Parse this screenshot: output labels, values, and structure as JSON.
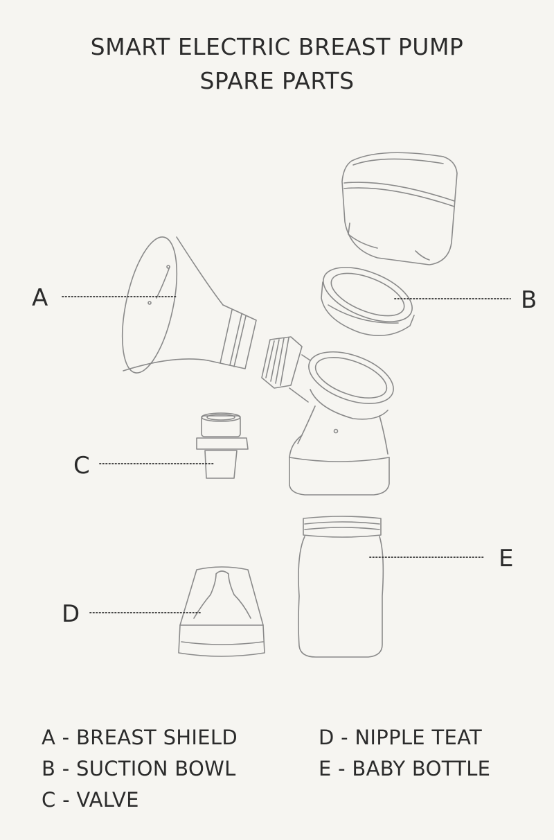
{
  "title": {
    "line1": "SMART ELECTRIC BREAST PUMP",
    "line2": "SPARE PARTS"
  },
  "callouts": {
    "a": "A",
    "b": "B",
    "c": "C",
    "d": "D",
    "e": "E"
  },
  "legend": {
    "a": "A - BREAST SHIELD",
    "b": "B - SUCTION BOWL",
    "c": "C - VALVE",
    "d": "D - NIPPLE TEAT",
    "e": "E - BABY BOTTLE"
  },
  "colors": {
    "background": "#f6f5f1",
    "line": "#8a8a8a",
    "text": "#2b2b2b"
  }
}
